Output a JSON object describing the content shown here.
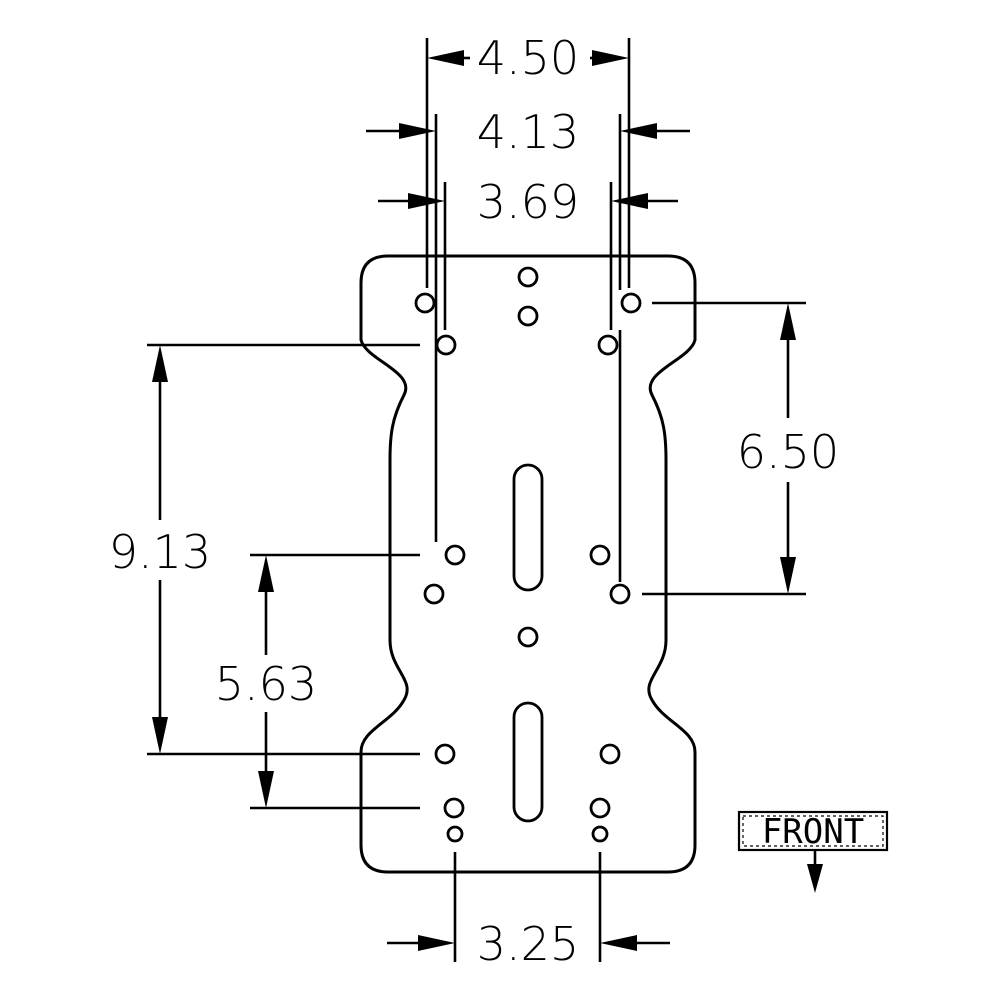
{
  "dimensions": {
    "d450": "4.50",
    "d413": "4.13",
    "d369": "3.69",
    "d650": "6.50",
    "d913": "9.13",
    "d563": "5.63",
    "d325": "3.25"
  },
  "front_tag": "FRONT"
}
